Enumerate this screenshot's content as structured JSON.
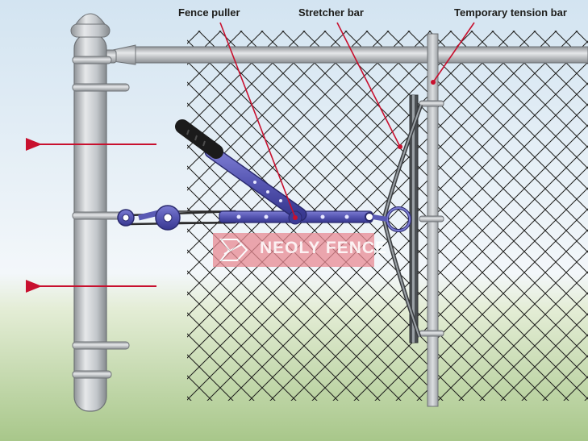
{
  "labels": {
    "fence_puller": "Fence puller",
    "stretcher_bar": "Stretcher bar",
    "temporary_tension_bar": "Temporary tension bar"
  },
  "watermark": {
    "brand": "NEOLY FENCE"
  },
  "colors": {
    "sky_top": "#d6e6f2",
    "sky_mid": "#eef4f8",
    "grass_top": "#e2ecd2",
    "grass_bottom": "#a9c98a",
    "metal": "#c4c8cc",
    "metal_dark": "#8d9195",
    "puller_blue": "#5a5ab4",
    "arrow_red": "#c8102e",
    "mesh": "#1d1d1b",
    "watermark": "#e88a93"
  }
}
